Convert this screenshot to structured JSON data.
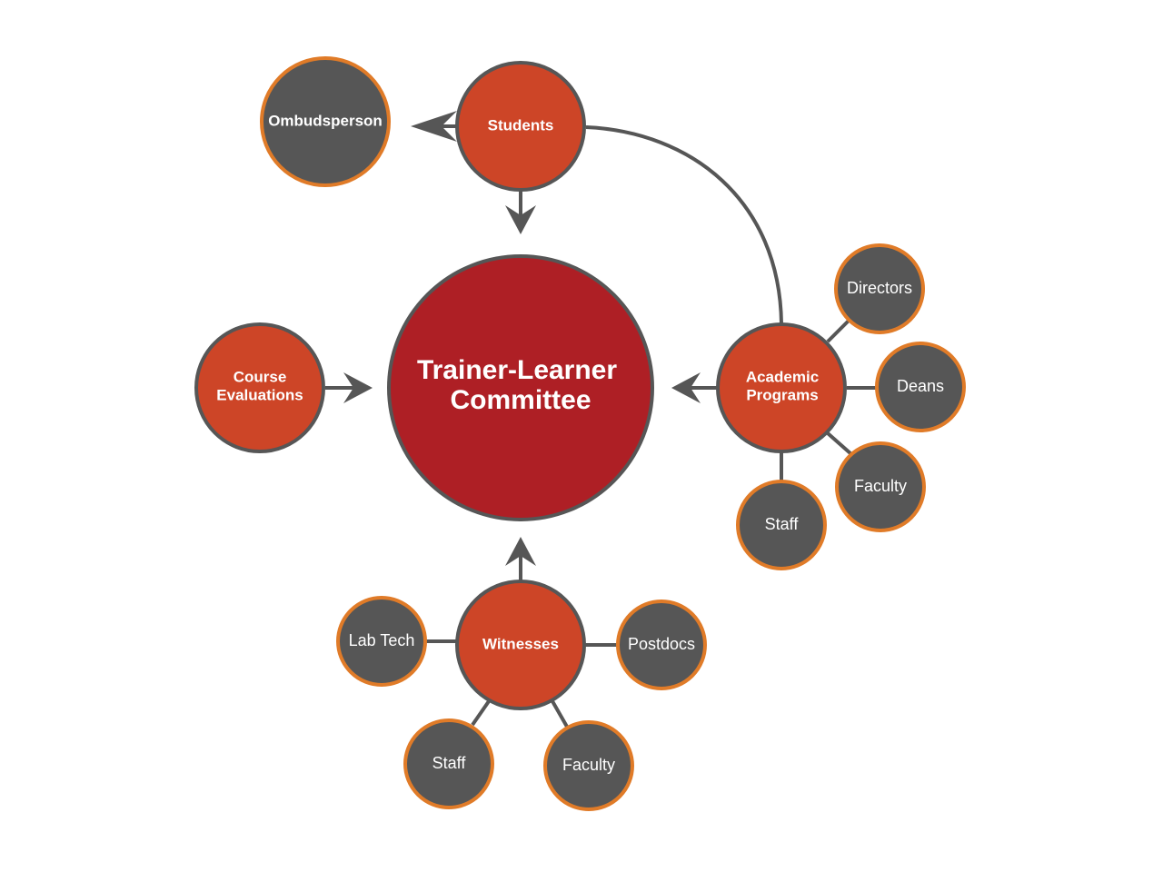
{
  "colors": {
    "center_fill": "#ae1f25",
    "primary_fill": "#cd4527",
    "secondary_fill": "#565656",
    "secondary_border": "#e07b28",
    "stroke": "#565656",
    "text": "#ffffff"
  },
  "nodes": {
    "center": {
      "line1": "Trainer-Learner",
      "line2": "Committee"
    },
    "students": {
      "label": "Students"
    },
    "ombudsperson": {
      "label": "Ombudsperson"
    },
    "course_evaluations": {
      "line1": "Course",
      "line2": "Evaluations"
    },
    "academic_programs": {
      "line1": "Academic",
      "line2": "Programs"
    },
    "witnesses": {
      "label": "Witnesses"
    },
    "ap_directors": {
      "label": "Directors"
    },
    "ap_deans": {
      "label": "Deans"
    },
    "ap_faculty": {
      "label": "Faculty"
    },
    "ap_staff": {
      "label": "Staff"
    },
    "w_lab_tech": {
      "label": "Lab Tech"
    },
    "w_postdocs": {
      "label": "Postdocs"
    },
    "w_staff": {
      "label": "Staff"
    },
    "w_faculty": {
      "label": "Faculty"
    }
  }
}
